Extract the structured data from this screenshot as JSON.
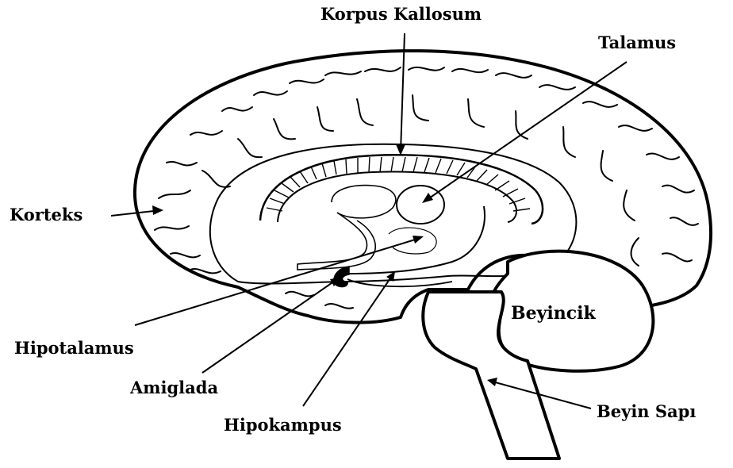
{
  "labels": {
    "korpus_kallosum": "Korpus Kallosum",
    "talamus": "Talamus",
    "korteks": "Korteks",
    "beyincik": "Beyincik",
    "hipotalamus": "Hipotalamus",
    "amiglada": "Amiglada",
    "hipokampus": "Hipokampus",
    "beyin_sapi": "Beyin Sapı"
  }
}
